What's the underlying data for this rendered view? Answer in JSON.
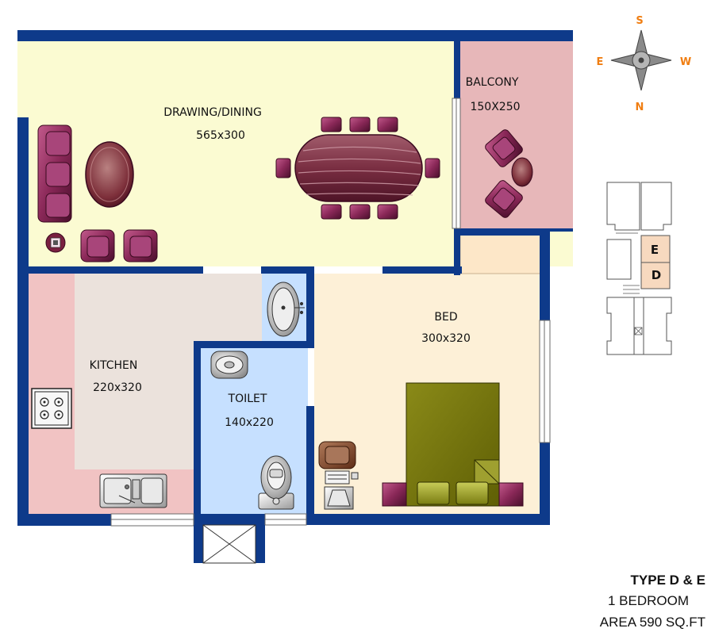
{
  "compass": {
    "top": "S",
    "bottom": "N",
    "left": "E",
    "right": "W"
  },
  "rooms": {
    "drawing": {
      "name": "DRAWING/DINING",
      "size": "565x300"
    },
    "balcony": {
      "name": "BALCONY",
      "size": "150X250"
    },
    "kitchen": {
      "name": "KITCHEN",
      "size": "220x320"
    },
    "toilet": {
      "name": "TOILET",
      "size": "140x220"
    },
    "bed": {
      "name": "BED",
      "size": "300x320"
    }
  },
  "key_plan": {
    "units": [
      "E",
      "D"
    ]
  },
  "info": {
    "type": "TYPE D & E",
    "bedrooms": "1 BEDROOM",
    "area": "AREA  590 SQ.FT"
  },
  "colors": {
    "wall": "#0e3a8a",
    "drawing_floor": "#fbfbd2",
    "balcony_floor": "#e7b7b9",
    "kitchen_counter": "#f1c3c3",
    "kitchen_floor": "#ebe2dc",
    "toilet_floor": "#c6e0ff",
    "bed_floor": "#fdf0d7",
    "furniture": "#7a1f4a",
    "bed": "#7b7b0e",
    "compass_label": "#f07e12",
    "key_units": "#f7d9bf"
  }
}
